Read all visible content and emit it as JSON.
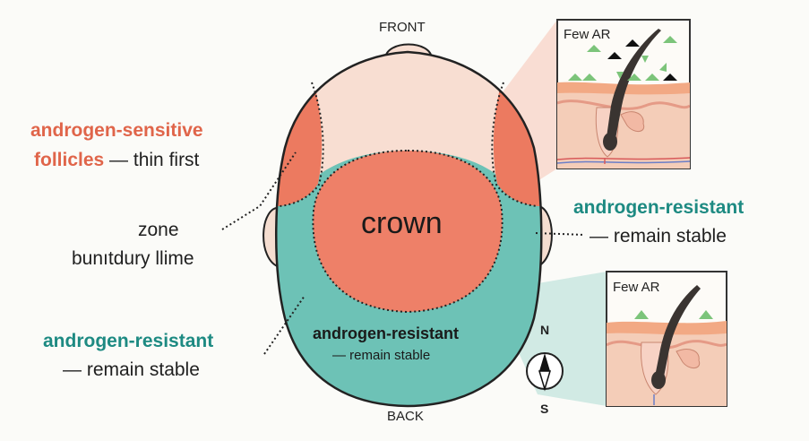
{
  "orientation": {
    "front": "FRONT",
    "back": "BACK"
  },
  "head": {
    "crown_label": "crown",
    "back_zone_title": "androgen-resistant",
    "back_zone_sub": "— remain stable"
  },
  "left_labels": {
    "sensitive_line1": "androgen-sensitive",
    "sensitive_line2_colored": "follicles",
    "sensitive_line2_rest": " — thin first",
    "zone_line1": "zone",
    "zone_line2": "bunıtdury llime",
    "resistant_line1": "androgen-resistant",
    "resistant_line2": "— remain stable"
  },
  "right_labels": {
    "resistant_line1": "androgen-resistant",
    "resistant_line2": "— remain stable"
  },
  "insets": {
    "top": {
      "title": "Few AR"
    },
    "bottom": {
      "title": "Few AR"
    }
  },
  "compass": {
    "north": "N",
    "south": "S"
  },
  "colors": {
    "sensitive": "#ee8068",
    "sensitive_sides": "#ec7a60",
    "front_skin": "#f8ded2",
    "resistant": "#6dc2b6",
    "label_orange": "#e0654a",
    "label_teal": "#1d8a82",
    "receptor_green": "#7cc47a"
  }
}
